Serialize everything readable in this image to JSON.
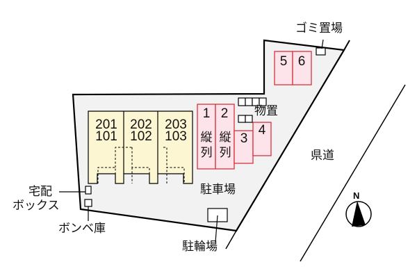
{
  "colors": {
    "lot_fill": "#f2f2f2",
    "building_fill": "#fdf6d2",
    "parking_fill": "#fde3ea",
    "parking_stroke": "#d8323c",
    "line": "#000000"
  },
  "building": {
    "units": [
      {
        "upper": "201",
        "lower": "101"
      },
      {
        "upper": "202",
        "lower": "102"
      },
      {
        "upper": "203",
        "lower": "103"
      }
    ]
  },
  "parking": {
    "spots": [
      {
        "number": "1",
        "note_1": "縦",
        "note_2": "列"
      },
      {
        "number": "2",
        "note_1": "縦",
        "note_2": "列"
      },
      {
        "number": "3"
      },
      {
        "number": "4"
      },
      {
        "number": "5"
      },
      {
        "number": "6"
      }
    ],
    "label": "駐車場"
  },
  "labels": {
    "garbage": "ゴミ置場",
    "storage": "物置",
    "delivery_line1": "宅配",
    "delivery_line2": "ボックス",
    "gas_cylinder": "ボンベ庫",
    "bicycle": "駐輪場",
    "road": "県道"
  },
  "compass": {
    "north_label": "N"
  }
}
